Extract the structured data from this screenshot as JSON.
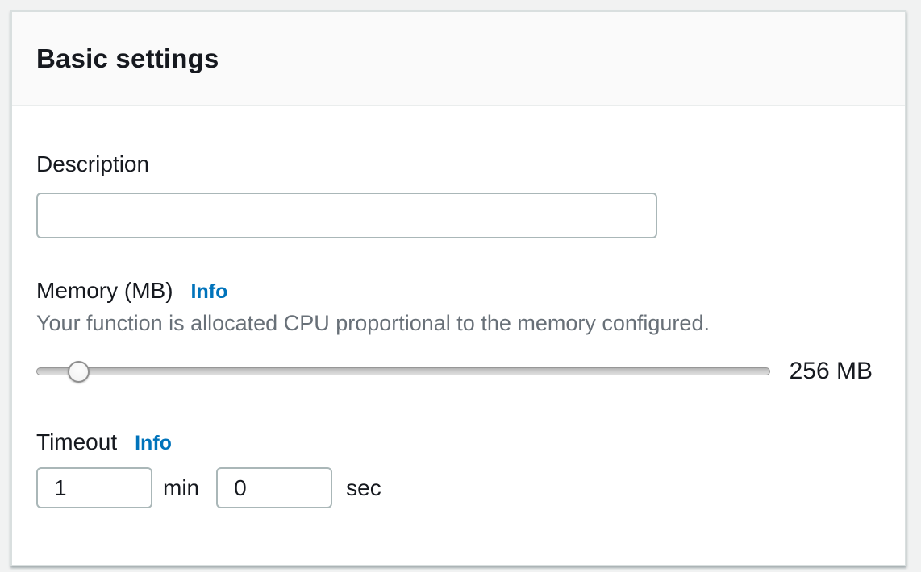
{
  "panel": {
    "title": "Basic settings"
  },
  "description": {
    "label": "Description",
    "value": ""
  },
  "memory": {
    "label": "Memory (MB)",
    "info_label": "Info",
    "help": "Your function is allocated CPU proportional to the memory configured.",
    "value_display": "256 MB",
    "thumb_style": "left:5.7%"
  },
  "timeout": {
    "label": "Timeout",
    "info_label": "Info",
    "minutes_value": "1",
    "minutes_unit": "min",
    "seconds_value": "0",
    "seconds_unit": "sec"
  },
  "colors": {
    "link_blue": "#0073bb",
    "text_dark": "#16191f",
    "text_gray": "#687078",
    "input_border": "#aab7b8",
    "header_bg": "#fafafa",
    "page_bg": "#f1f2f2"
  }
}
